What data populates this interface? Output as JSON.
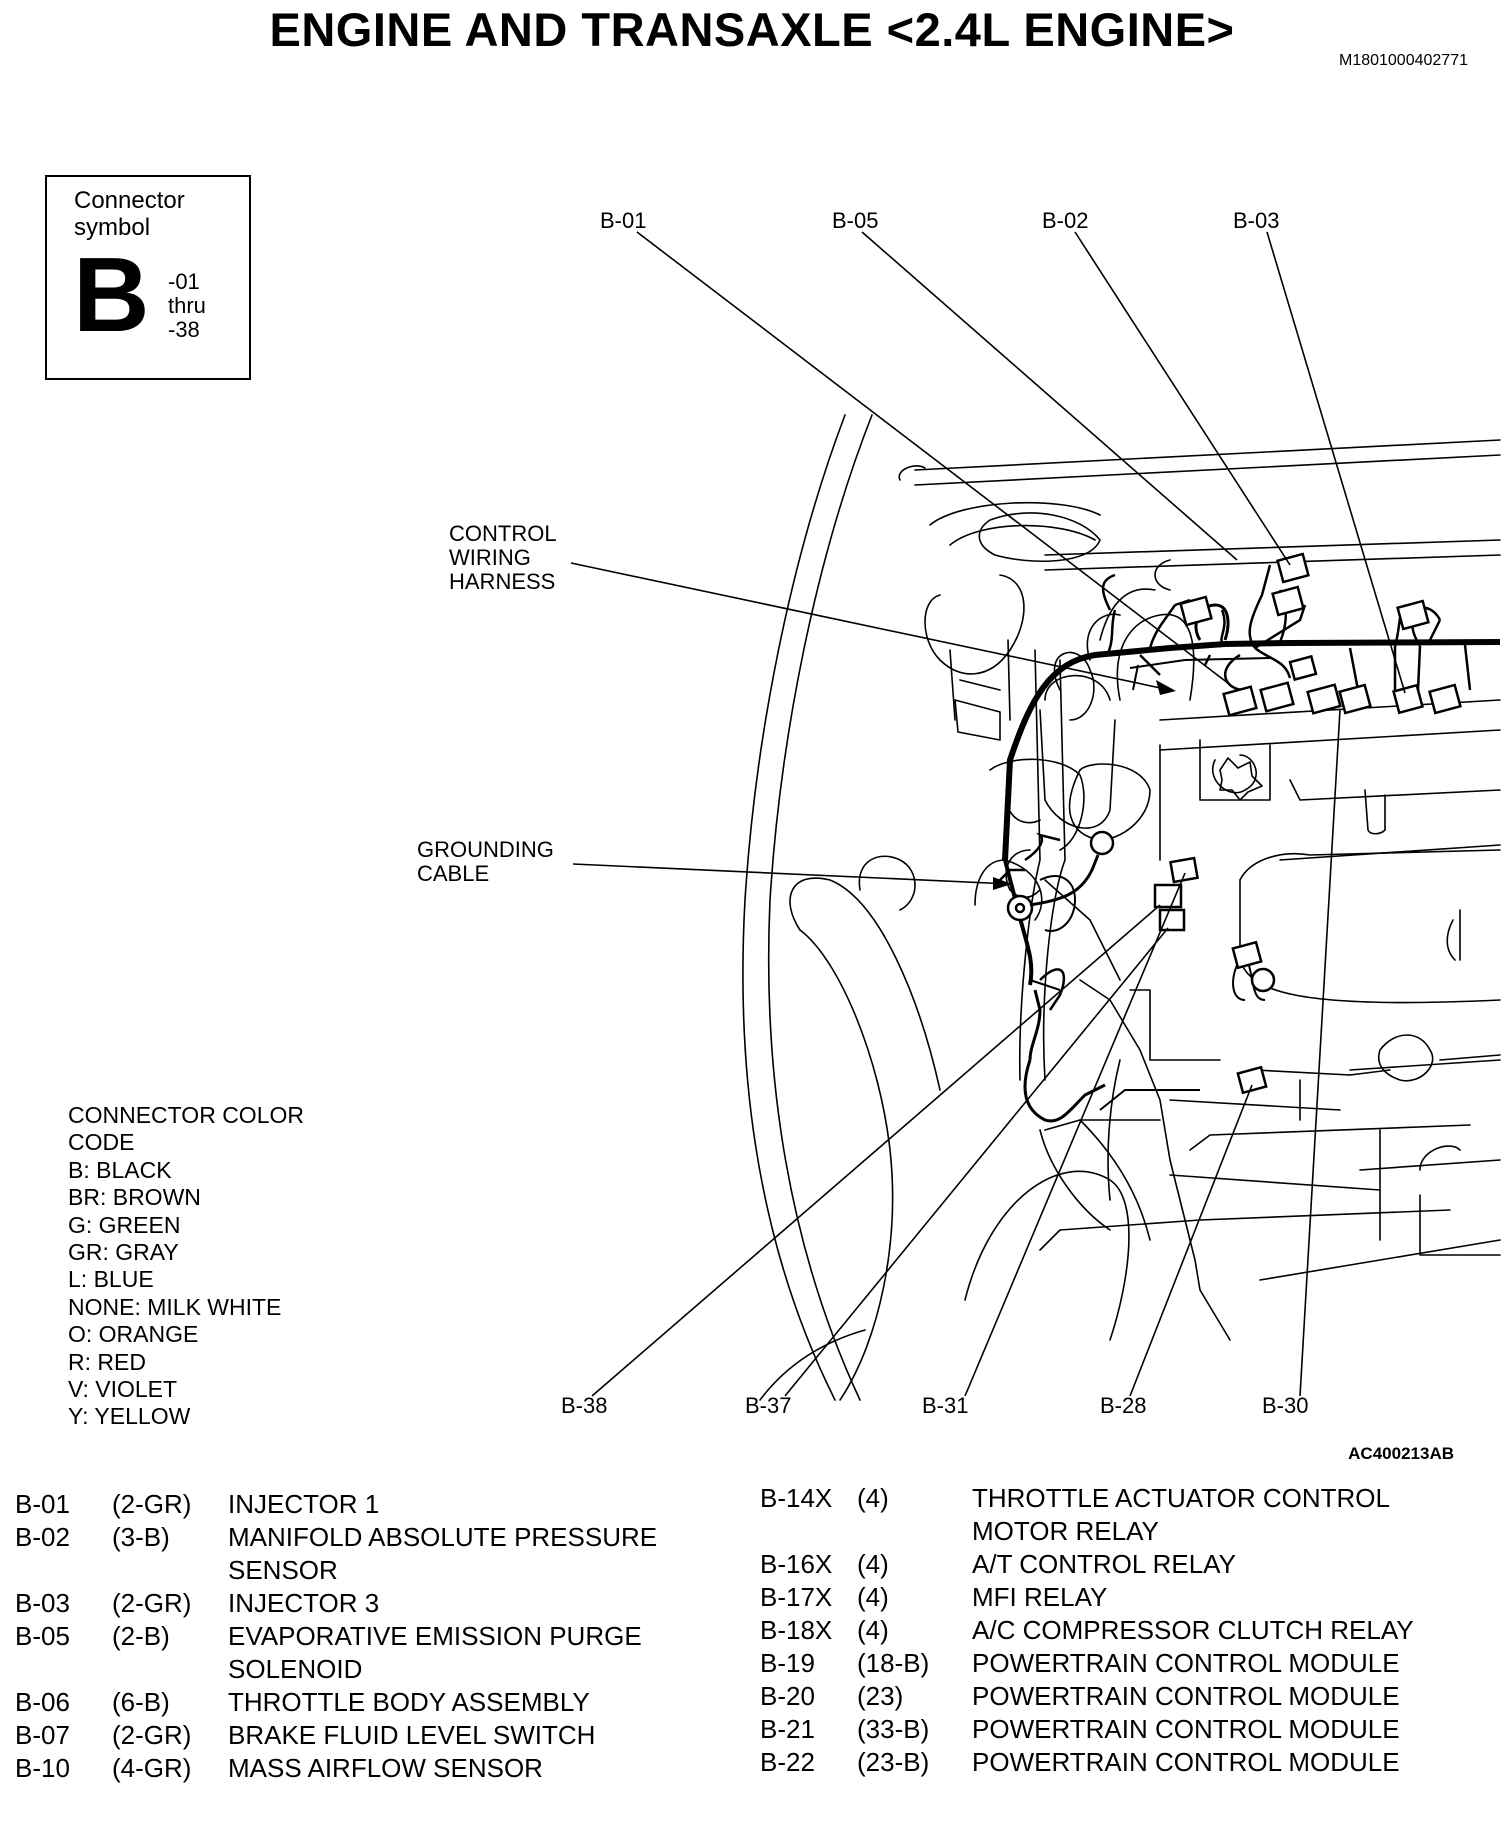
{
  "title": "ENGINE AND TRANSAXLE <2.4L ENGINE>",
  "doc_id": "M1801000402771",
  "figure_id": "AC400213AB",
  "connector_symbol": {
    "caption": "Connector symbol",
    "letter": "B",
    "range": [
      "-01",
      "thru",
      "-38"
    ]
  },
  "callouts": {
    "top": [
      "B-01",
      "B-05",
      "B-02",
      "B-03"
    ],
    "bottom": [
      "B-38",
      "B-37",
      "B-31",
      "B-28",
      "B-30"
    ],
    "control_harness": [
      "CONTROL",
      "WIRING",
      "HARNESS"
    ],
    "grounding_cable": [
      "GROUNDING",
      "CABLE"
    ]
  },
  "color_code": {
    "heading": [
      "CONNECTOR COLOR",
      "CODE"
    ],
    "entries": [
      "B: BLACK",
      "BR: BROWN",
      "G: GREEN",
      "GR: GRAY",
      "L: BLUE",
      "NONE: MILK WHITE",
      "O: ORANGE",
      "R: RED",
      "V: VIOLET",
      "Y: YELLOW"
    ]
  },
  "legend_left": [
    {
      "code": "B-01",
      "spec": "(2-GR)",
      "desc": "INJECTOR 1"
    },
    {
      "code": "B-02",
      "spec": "(3-B)",
      "desc": "MANIFOLD ABSOLUTE PRESSURE SENSOR"
    },
    {
      "code": "B-03",
      "spec": "(2-GR)",
      "desc": "INJECTOR 3"
    },
    {
      "code": "B-05",
      "spec": "(2-B)",
      "desc": "EVAPORATIVE EMISSION PURGE SOLENOID"
    },
    {
      "code": "B-06",
      "spec": "(6-B)",
      "desc": "THROTTLE BODY ASSEMBLY"
    },
    {
      "code": "B-07",
      "spec": "(2-GR)",
      "desc": "BRAKE FLUID LEVEL SWITCH"
    },
    {
      "code": "B-10",
      "spec": "(4-GR)",
      "desc": "MASS AIRFLOW SENSOR"
    }
  ],
  "legend_right": [
    {
      "code": "B-14X",
      "spec": "(4)",
      "desc": "THROTTLE ACTUATOR CONTROL MOTOR RELAY"
    },
    {
      "code": "B-16X",
      "spec": "(4)",
      "desc": "A/T CONTROL RELAY"
    },
    {
      "code": "B-17X",
      "spec": "(4)",
      "desc": "MFI RELAY"
    },
    {
      "code": "B-18X",
      "spec": "(4)",
      "desc": "A/C COMPRESSOR CLUTCH RELAY"
    },
    {
      "code": "B-19",
      "spec": "(18-B)",
      "desc": "POWERTRAIN CONTROL MODULE"
    },
    {
      "code": "B-20",
      "spec": "(23)",
      "desc": "POWERTRAIN CONTROL MODULE"
    },
    {
      "code": "B-21",
      "spec": "(33-B)",
      "desc": "POWERTRAIN CONTROL MODULE"
    },
    {
      "code": "B-22",
      "spec": "(23-B)",
      "desc": "POWERTRAIN CONTROL MODULE"
    }
  ]
}
